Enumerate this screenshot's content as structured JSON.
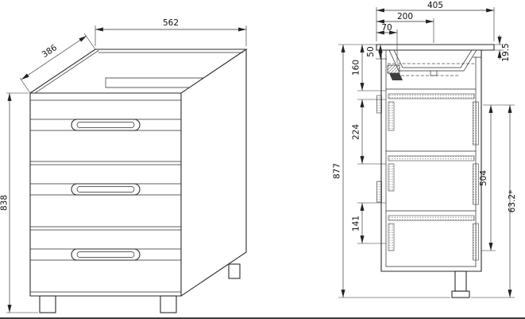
{
  "background": "#ffffff",
  "line_color": "#2b2b2b",
  "views": {
    "front": {
      "width": "562",
      "depth": "386",
      "height": "838"
    },
    "side": {
      "depth_total": "405",
      "drain_from_back": "200",
      "bracket_from_back": "70",
      "top_offset": "50",
      "basin_zone_height": "160",
      "total_height": "877",
      "upper_drawer_zone": "224",
      "lower_drawer_zone": "141",
      "counter_thickness": "19.5",
      "front_opening_height": "504",
      "adjustable_height": "63.2*"
    }
  }
}
